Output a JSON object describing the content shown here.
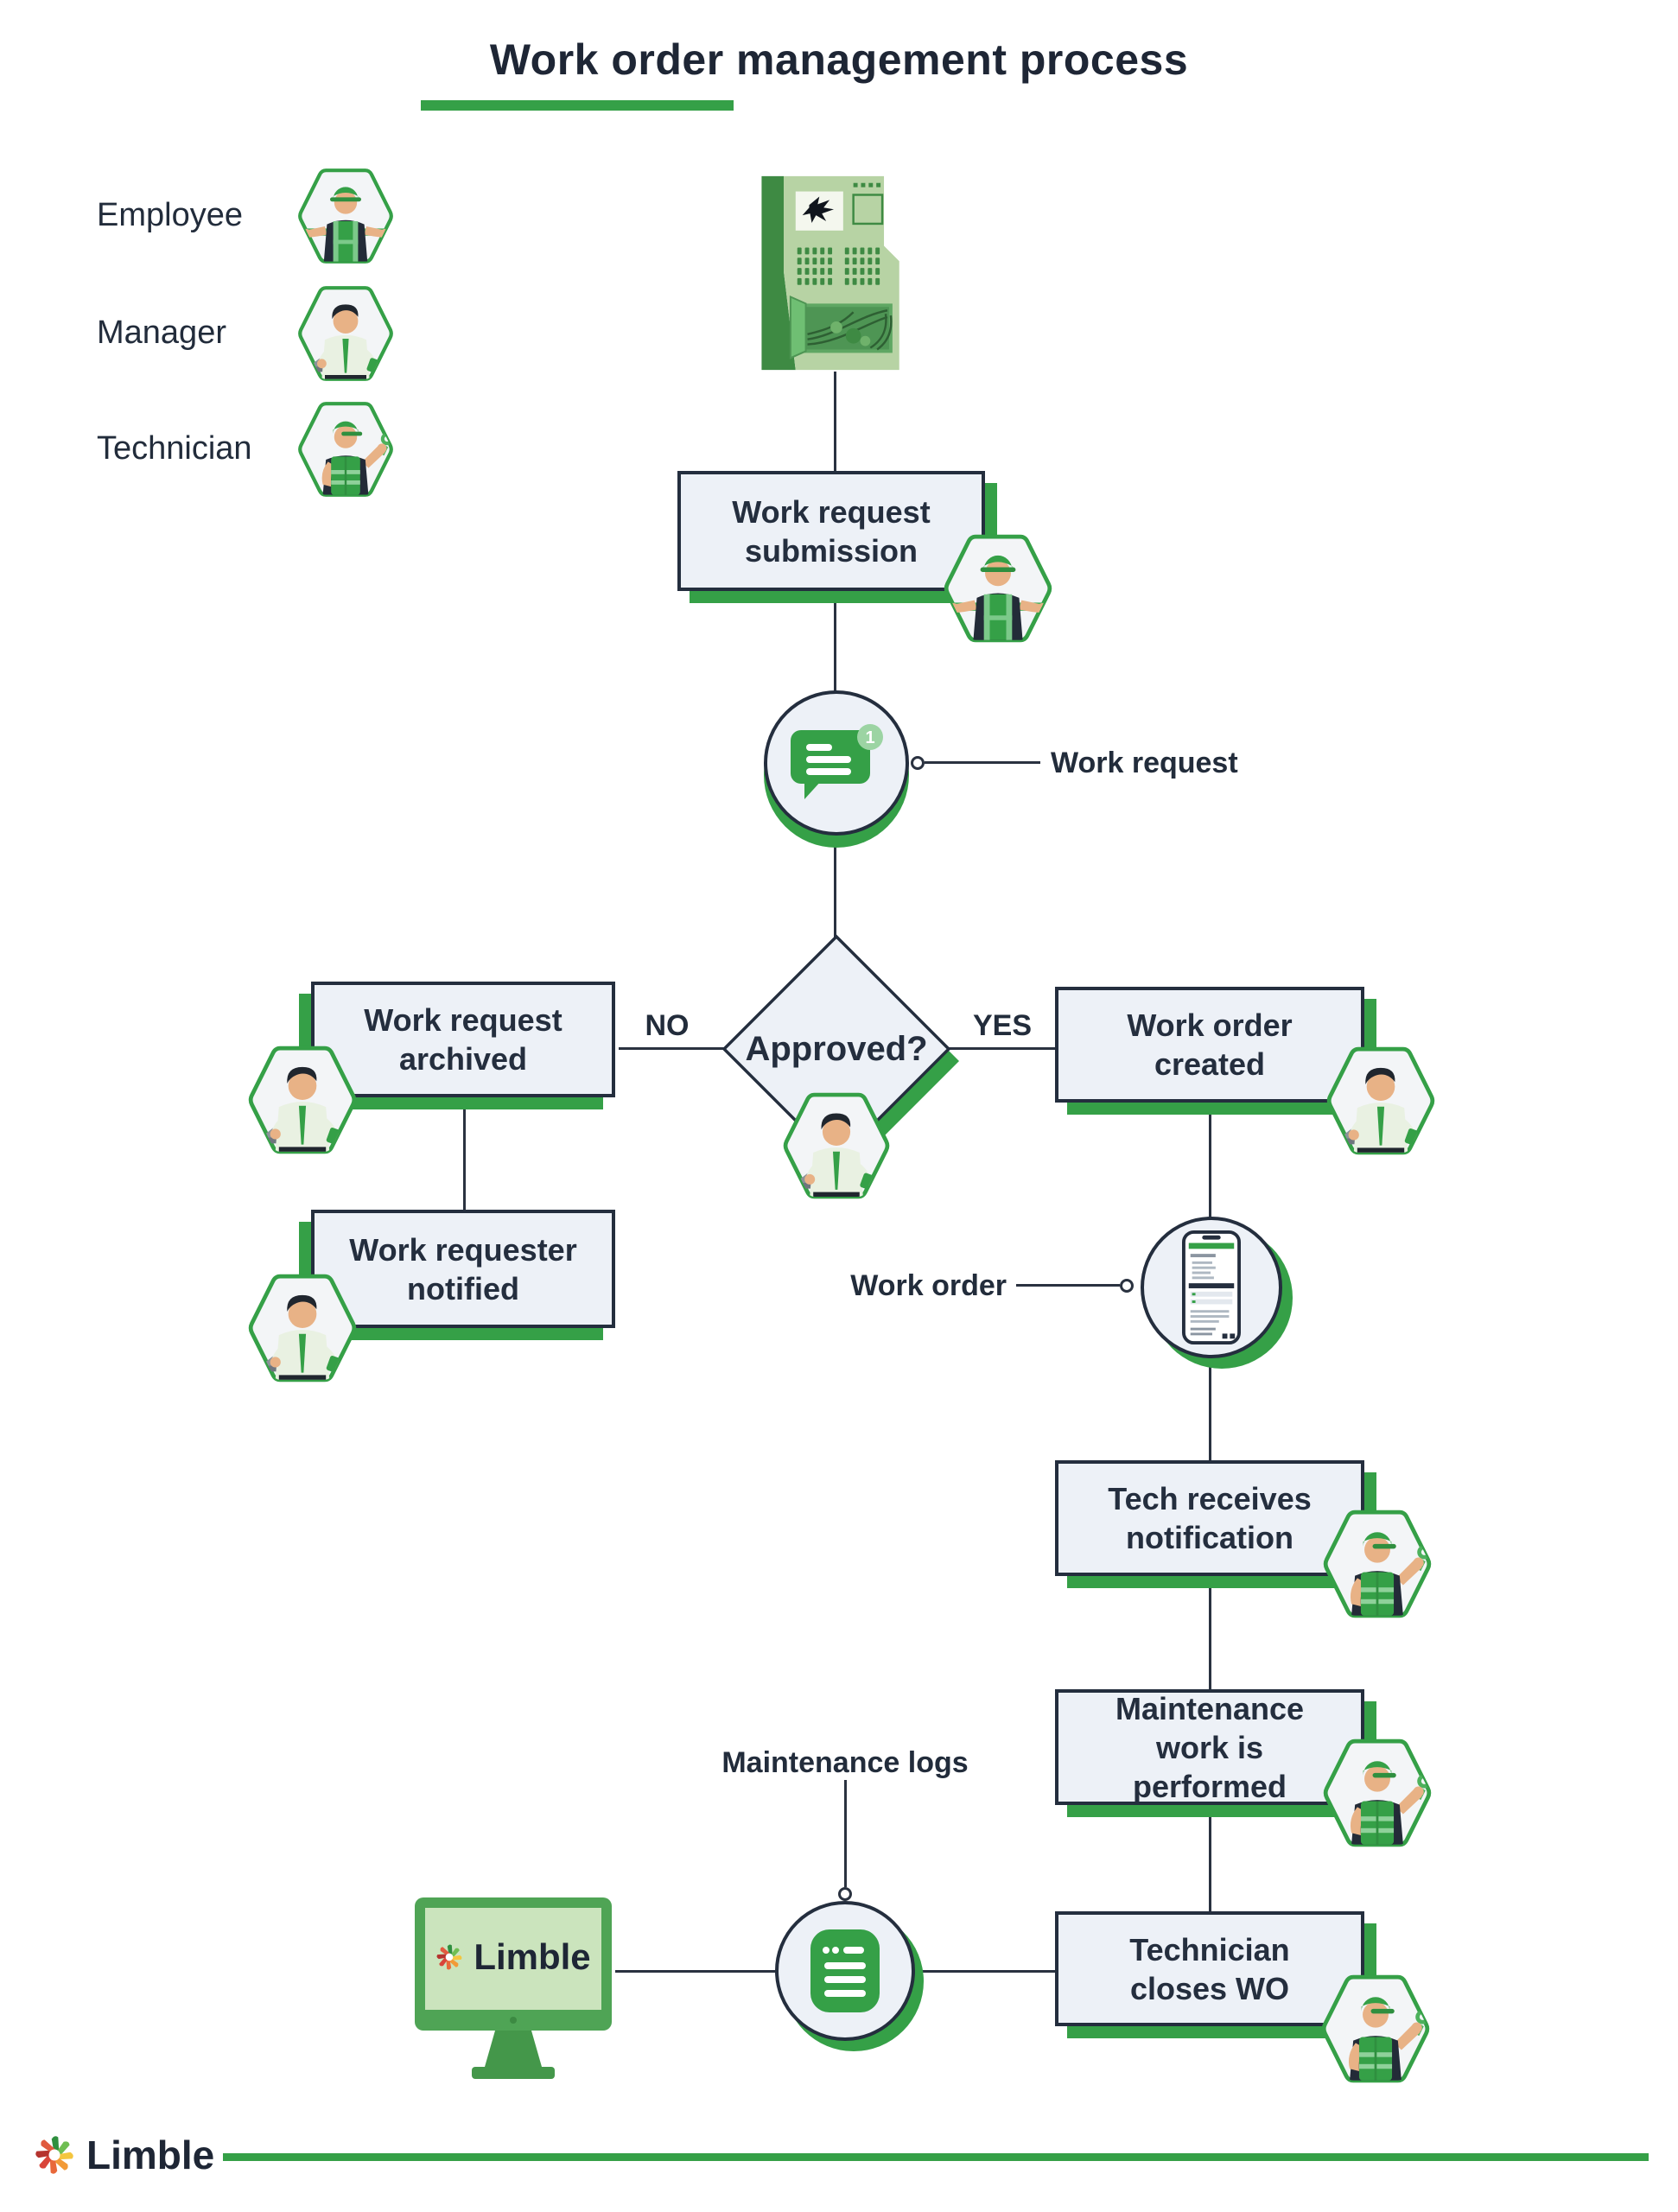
{
  "title": "Work order management process",
  "legend": {
    "items": [
      {
        "label": "Employee",
        "role": "employee"
      },
      {
        "label": "Manager",
        "role": "manager"
      },
      {
        "label": "Technician",
        "role": "technician"
      }
    ]
  },
  "flow": {
    "submission": "Work request submission",
    "request_label": "Work request",
    "request_badge": "1",
    "decision": "Approved?",
    "no_label": "NO",
    "yes_label": "YES",
    "archived": "Work request archived",
    "notified": "Work requester notified",
    "created": "Work order created",
    "order_label": "Work order",
    "tech_notification": "Tech receives notification",
    "maintenance": "Maintenance work is performed",
    "closes": "Technician closes WO",
    "logs_label": "Maintenance logs"
  },
  "branding": {
    "screen_logo": "Limble",
    "footer_logo": "Limble"
  },
  "icons": {
    "request": "chat-bubble-icon",
    "order": "smartphone-icon",
    "logs": "document-icon",
    "broken_machine": "broken-machine-illustration",
    "computer": "desktop-monitor-illustration",
    "brand": "limble-pinwheel-icon"
  },
  "colors": {
    "green": "#35A047",
    "navy": "#242E3E",
    "box_fill": "#EDF1F7",
    "hex_fill": "#F3F5F7",
    "machine_light_green": "#B7D3A4",
    "machine_dark_green": "#3E8A43",
    "monitor_green": "#4FA455",
    "screen_green": "#CBE4BD",
    "badge_green": "#9CD4A3"
  }
}
